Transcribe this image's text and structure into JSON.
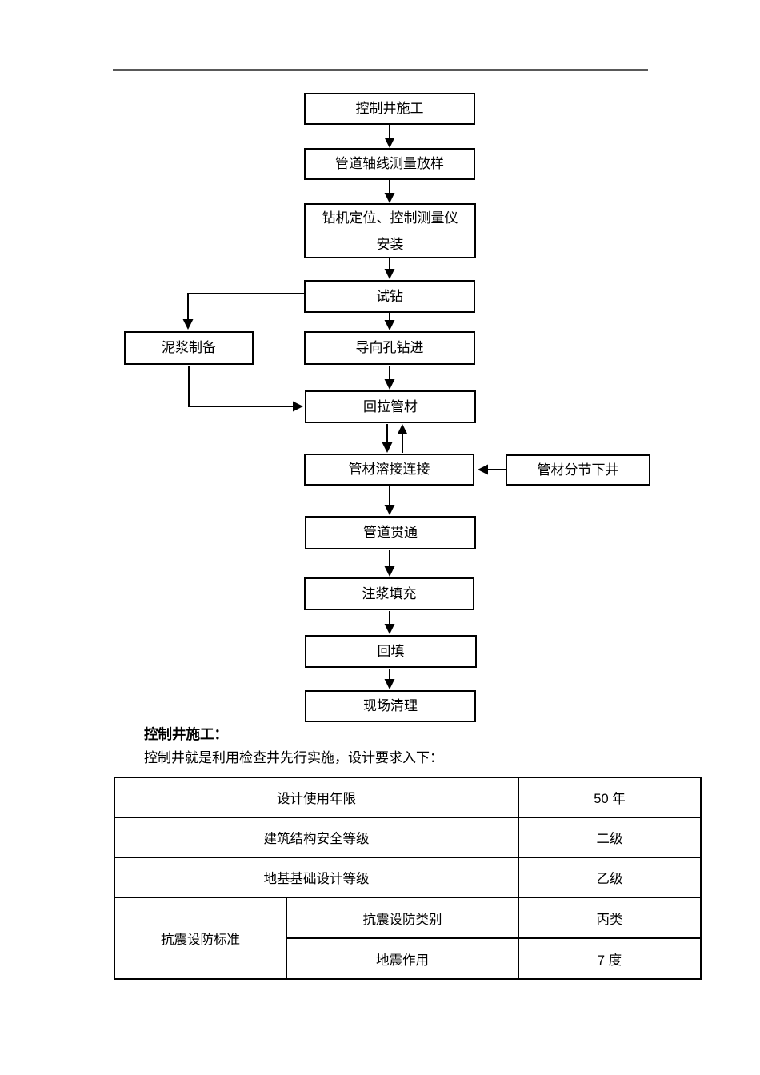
{
  "colors": {
    "header_rule": "#595959",
    "line": "#000000",
    "text": "#000000",
    "background": "#ffffff"
  },
  "flow": {
    "boxes": [
      {
        "id": "control-well",
        "label": "控制井施工"
      },
      {
        "id": "axis-survey",
        "label": "管道轴线测量放样"
      },
      {
        "id": "rig-position",
        "lines": [
          "钻机定位、控制测量仪",
          "安装"
        ]
      },
      {
        "id": "trial-drill",
        "label": "试钻"
      },
      {
        "id": "mud-prep",
        "label": "泥浆制备"
      },
      {
        "id": "pilot-hole",
        "label": "导向孔钻进"
      },
      {
        "id": "pullback-pipe",
        "label": "回拉管材"
      },
      {
        "id": "pipe-weld",
        "label": "管材溶接连接"
      },
      {
        "id": "pipe-lowering",
        "label": "管材分节下井"
      },
      {
        "id": "pipe-through",
        "label": "管道贯通"
      },
      {
        "id": "grout-fill",
        "label": "注浆填充"
      },
      {
        "id": "backfill",
        "label": "回填"
      },
      {
        "id": "site-cleanup",
        "label": "现场清理"
      }
    ]
  },
  "section": {
    "heading": "控制井施工：",
    "paragraph": "控制井就是利用检查井先行实施，设计要求入下："
  },
  "table": {
    "rows": [
      {
        "label": "设计使用年限",
        "value": "50 年"
      },
      {
        "label": "建筑结构安全等级",
        "value": "二级"
      },
      {
        "label": "地基基础设计等级",
        "value": "乙级"
      }
    ],
    "group": {
      "label": "抗震设防标准",
      "rows": [
        {
          "label": "抗震设防类别",
          "value": "丙类"
        },
        {
          "label": "地震作用",
          "value": "7 度"
        }
      ]
    }
  }
}
